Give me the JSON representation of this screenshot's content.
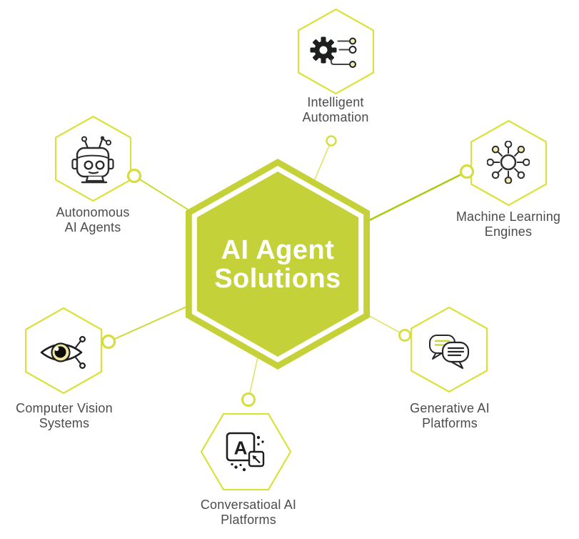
{
  "diagram": {
    "title": {
      "line1": "AI Agent",
      "line2": "Solutions"
    },
    "nodes": [
      {
        "id": "intelligent-automation",
        "label_line1": "Intelligent",
        "label_line2": "Automation",
        "icon": "gear-circuit-icon"
      },
      {
        "id": "machine-learning-engines",
        "label_line1": "Machine Learning",
        "label_line2": "Engines",
        "icon": "hub-network-icon"
      },
      {
        "id": "generative-ai-platforms",
        "label_line1": "Generative AI",
        "label_line2": "Platforms",
        "icon": "chat-bubbles-icon"
      },
      {
        "id": "conversational-ai-platforms",
        "label_line1": "Conversatioal AI",
        "label_line2": "Platforms",
        "icon": "translate-icon",
        "icon_letter": "A"
      },
      {
        "id": "computer-vision-systems",
        "label_line1": "Computer Vision",
        "label_line2": "Systems",
        "icon": "eye-circuit-icon"
      },
      {
        "id": "autonomous-ai-agents",
        "label_line1": "Autonomous",
        "label_line2": "AI Agents",
        "icon": "robot-icon"
      }
    ],
    "colors": {
      "center_hex_fill": "#c5d139",
      "hex_outline": "#dbe139",
      "connector_ring": "#d6de3e",
      "connector_line_pale": "#dee46e",
      "connector_line_mid": "#ccd934",
      "connector_line_bright": "#adc70e",
      "title_text": "#ffffff",
      "label_text": "#4b4c4e",
      "icon_dark": "#1f2020",
      "icon_accent": "#f2ecb0"
    }
  }
}
